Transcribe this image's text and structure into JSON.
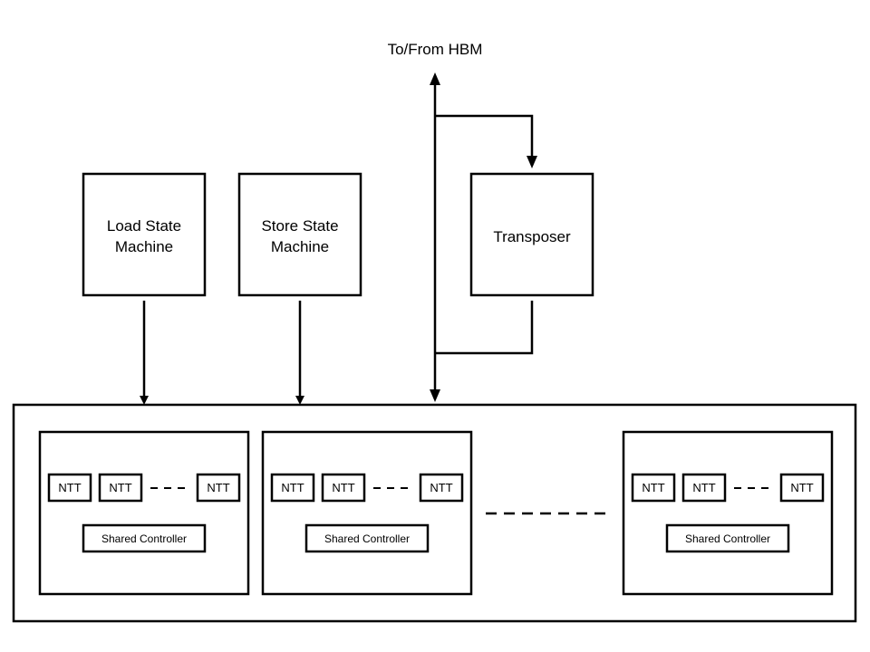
{
  "hbm_label": "To/From HBM",
  "load_sm": {
    "line1": "Load State",
    "line2": "Machine"
  },
  "store_sm": {
    "line1": "Store State",
    "line2": "Machine"
  },
  "transposer_label": "Transposer",
  "clusters": [
    {
      "ntt": [
        "NTT",
        "NTT",
        "NTT"
      ],
      "controller": "Shared Controller"
    },
    {
      "ntt": [
        "NTT",
        "NTT",
        "NTT"
      ],
      "controller": "Shared Controller"
    },
    {
      "ntt": [
        "NTT",
        "NTT",
        "NTT"
      ],
      "controller": "Shared Controller"
    }
  ]
}
